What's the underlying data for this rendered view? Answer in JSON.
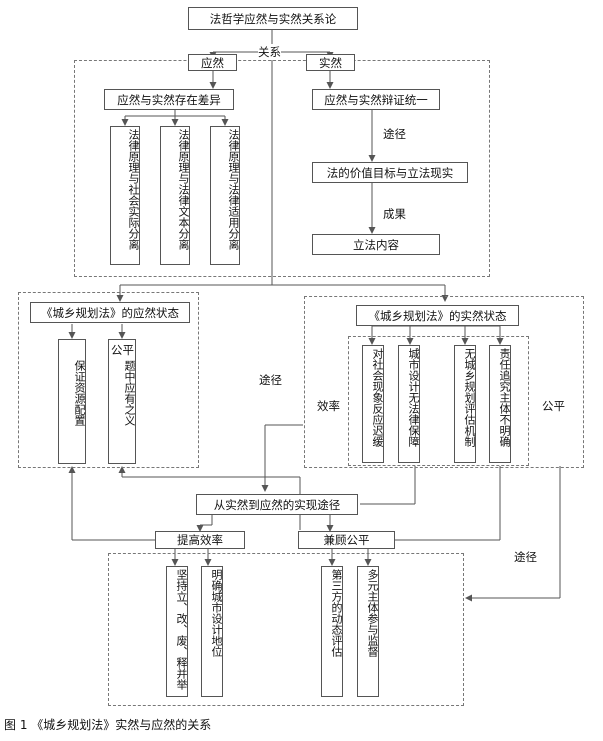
{
  "title": "法哲学应然与实然关系论",
  "relation_label": "关系",
  "ought_label": "应然",
  "is_label": "实然",
  "ought_diff": "应然与实然存在差异",
  "diff_items": [
    "法律原理与社会实际分离",
    "法律原理与法律文本分离",
    "法律原理与法律适用分离"
  ],
  "unity": "应然与实然辩证统一",
  "path_label": "途径",
  "value_goal": "法的价值目标与立法现实",
  "result_label": "成果",
  "legislation_content": "立法内容",
  "ought_state": "《城乡规划法》的应然状态",
  "efficiency_title": "效率",
  "efficiency_body": "保证资源配置",
  "fairness_title": "公平",
  "fairness_body": "题中应有之义",
  "is_state": "《城乡规划法》的实然状态",
  "is_items": [
    "对社会现象反应迟缓",
    "城市设计无法律保障",
    "无城乡规划评估机制",
    "责任追究主体不明确"
  ],
  "efficiency_side": "效率",
  "fairness_side": "公平",
  "path_mid": "途径",
  "realization": "从实然到应然的实现途径",
  "improve_efficiency": "提高效率",
  "balance_fairness": "兼顾公平",
  "path_right": "途径",
  "action_items": [
    "坚持立、改、废、释并举",
    "明确城市设计地位",
    "第三方的动态评估",
    "多元主体参与监督"
  ],
  "caption": "图 1 《城乡规划法》实然与应然的关系"
}
